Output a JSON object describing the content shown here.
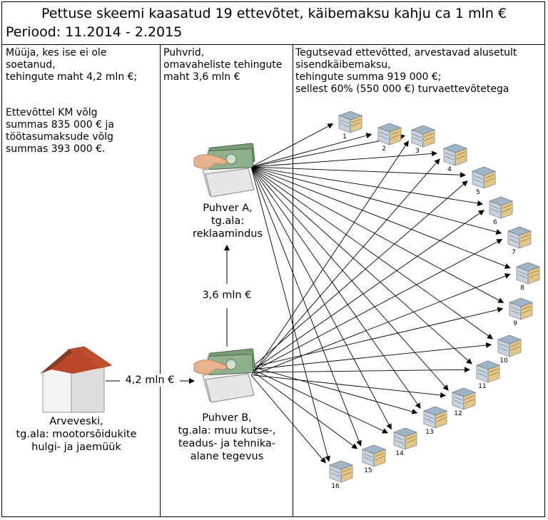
{
  "title": {
    "line1": "Pettuse skeemi kaasatud 19 ettevõtet, käibemaksu kahju ca 1 mln €",
    "line2": "Periood: 11.2014 - 2.2015"
  },
  "columns": {
    "seller": {
      "header": "Müüja, kes ise ei ole\nsoetanud,\ntehingute maht 4,2 mln €;",
      "debt": "Ettevõttel KM võlg\nsummas 835 000 € ja\ntöötasumaksude võlg\nsummas 393 000 €."
    },
    "buffers": {
      "header": "Puhvrid,\nomavaheliste tehingute\nmaht 3,6 mln €"
    },
    "active": {
      "header": "Tegutsevad ettevõtted, arvestavad alusetult\nsisendkäibemaksu,\ntehingute summa 919 000 €;\nsellest 60% (550 000 €) turvaettevõtetega"
    }
  },
  "nodes": {
    "seller": {
      "label": "Arveveski,\ntg.ala: mootorsõidukite\nhulgi- ja jaemüük",
      "icon": "house-icon"
    },
    "buffer_a": {
      "label": "Puhver A,\ntg.ala:\nreklaamindus",
      "icon": "money-hand-icon"
    },
    "buffer_b": {
      "label": "Puhver B,\ntg.ala: muu kutse-,\nteadus- ja tehnika-\nalane tegevus",
      "icon": "money-hand-icon"
    }
  },
  "flows": {
    "seller_to_b": "4,2 mln €",
    "b_to_a": "3,6 mln €"
  },
  "companies": [
    "1",
    "2",
    "3",
    "4",
    "5",
    "6",
    "7",
    "8",
    "9",
    "10",
    "11",
    "12",
    "13",
    "14",
    "15",
    "16"
  ],
  "colors": {
    "roof": "#c0502e",
    "house_wall": "#f2f2f2",
    "building_top": "#9fb4c4",
    "building_front": "#c9d3dd",
    "building_side": "#e2c68a",
    "bill": "#7a9a78",
    "hand": "#e9b28f"
  }
}
